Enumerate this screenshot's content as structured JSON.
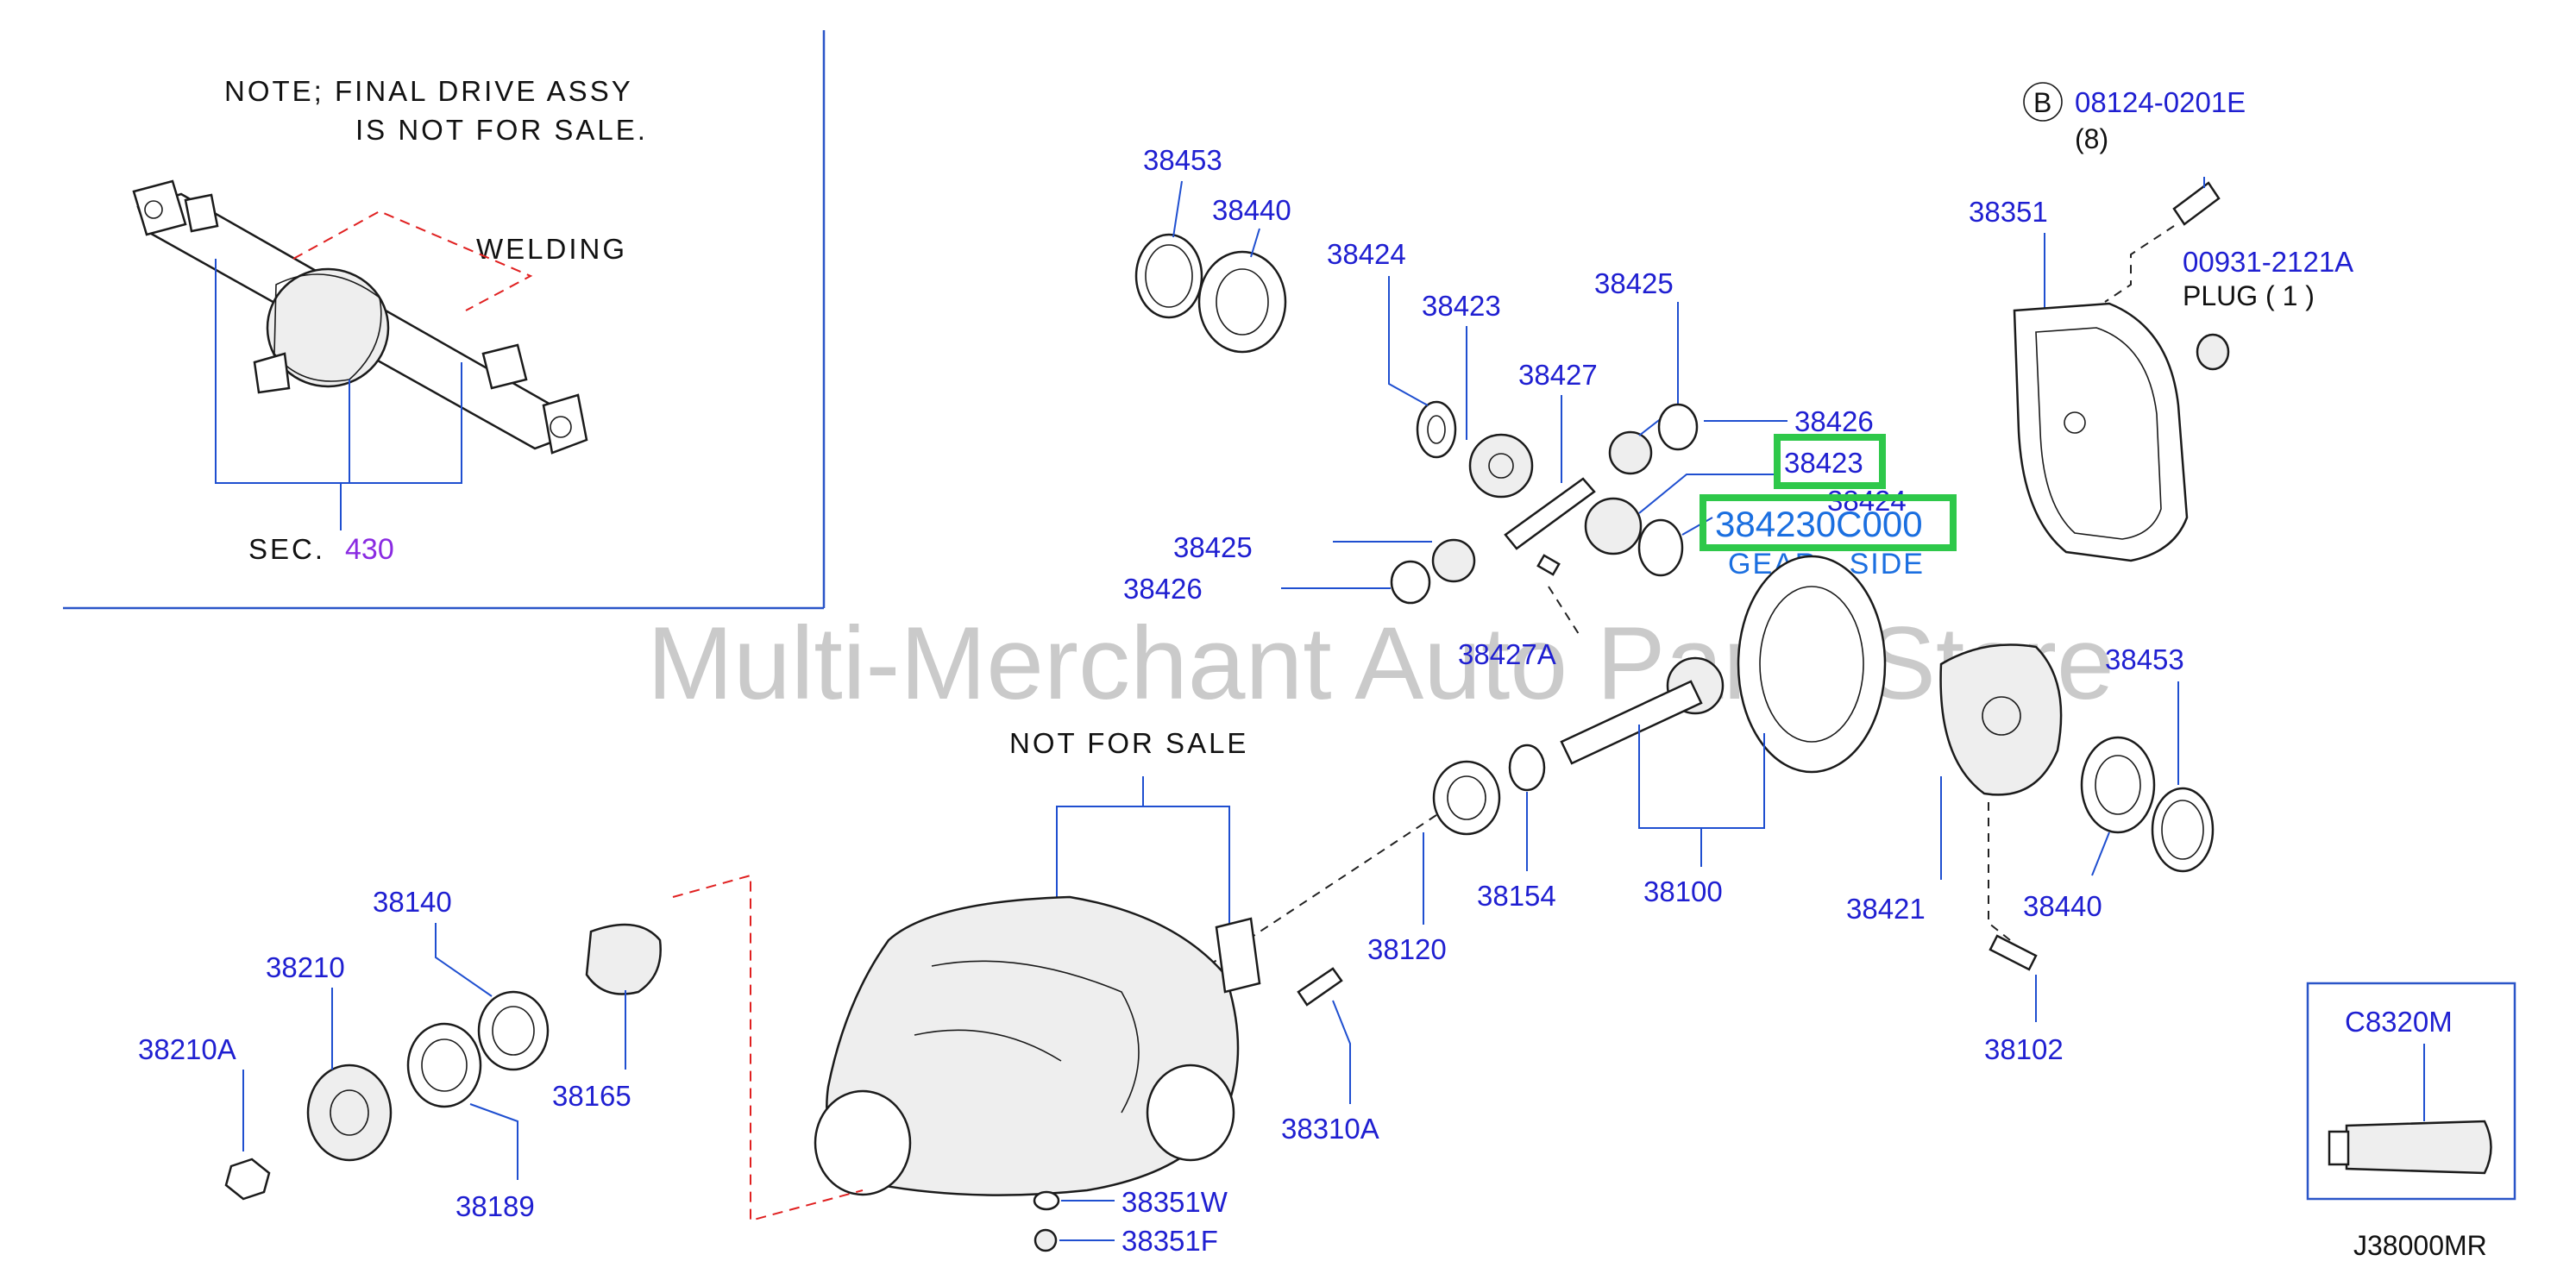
{
  "note": {
    "line1": "NOTE;  FINAL  DRIVE  ASSY",
    "line2": "IS  NOT  FOR  SALE.",
    "welding": "WELDING",
    "sec_label": "SEC.",
    "sec_number": "430"
  },
  "not_for_sale": "NOT  FOR  SALE",
  "watermark": "Multi-Merchant Auto Parts Store",
  "diagram_code": "J38000MR",
  "bolt_ref": {
    "circle_letter": "B",
    "part": "08124-0201E",
    "qty": "(8)"
  },
  "plug": {
    "part": "00931-2121A",
    "label": "PLUG  ( 1 )"
  },
  "highlight": {
    "callout": "38423",
    "part_number": "384230C000",
    "description": "GEAR - SIDE",
    "behind_label": "38424"
  },
  "kit": {
    "part": "C8320M"
  },
  "parts": {
    "p38453_top": "38453",
    "p38440_top": "38440",
    "p38424_left": "38424",
    "p38423_left": "38423",
    "p38427": "38427",
    "p38425_top": "38425",
    "p38426_right": "38426",
    "p38425_left": "38425",
    "p38426_left": "38426",
    "p38427A": "38427A",
    "p38351": "38351",
    "p38453_right": "38453",
    "p38440_right": "38440",
    "p38421": "38421",
    "p38102": "38102",
    "p38100": "38100",
    "p38154": "38154",
    "p38120": "38120",
    "p38310A": "38310A",
    "p38351W": "38351W",
    "p38351F": "38351F",
    "p38140": "38140",
    "p38210": "38210",
    "p38210A": "38210A",
    "p38189": "38189",
    "p38165": "38165"
  },
  "colors": {
    "part_link": "#1f1fd1",
    "section_link": "#8a2be2",
    "highlight_border": "#2ec84a",
    "highlight_text": "#1b6fe0",
    "leader_line": "#1f4fd0",
    "cut_line": "#e02020"
  }
}
